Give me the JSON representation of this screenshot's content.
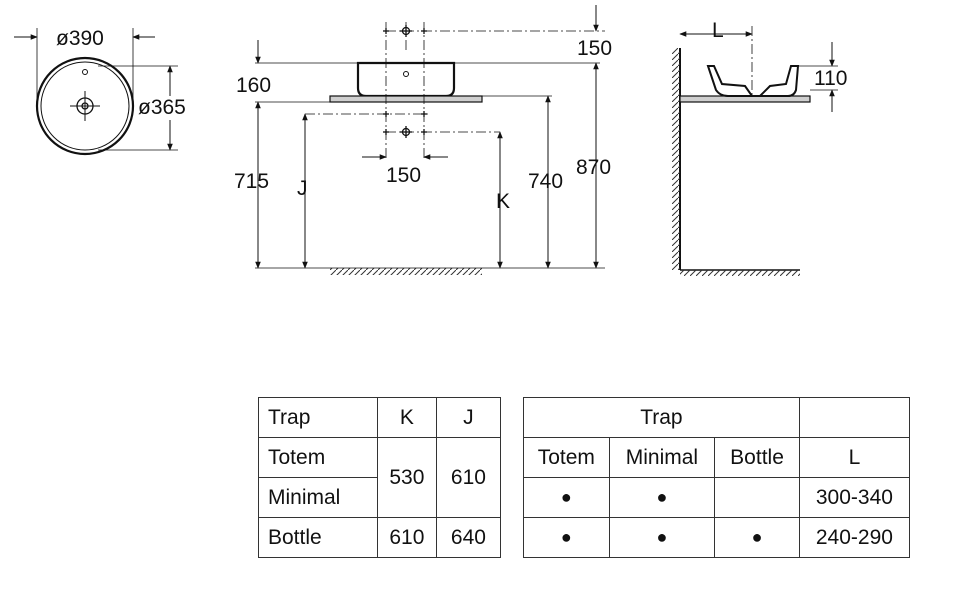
{
  "top_view": {
    "outer_diameter": "ø390",
    "inner_diameter": "ø365"
  },
  "front_view": {
    "dim_top_150": "150",
    "dim_160": "160",
    "dim_715": "715",
    "dim_J": "J",
    "dim_bottom_150": "150",
    "dim_K": "K",
    "dim_740": "740",
    "dim_870": "870"
  },
  "side_view": {
    "dim_L": "L",
    "dim_110": "110"
  },
  "trap_table": {
    "headers": [
      "Trap",
      "K",
      "J"
    ],
    "rows": [
      {
        "trap": "Totem",
        "k": "530",
        "j": "610"
      },
      {
        "trap": "Minimal"
      },
      {
        "trap": "Bottle",
        "k": "610",
        "j": "640"
      }
    ]
  },
  "compat_table": {
    "group_header": "Trap",
    "headers": [
      "Totem",
      "Minimal",
      "Bottle",
      "L"
    ],
    "bullet": "●",
    "rows": [
      {
        "totem": true,
        "minimal": true,
        "bottle": false,
        "l": "300-340"
      },
      {
        "totem": true,
        "minimal": true,
        "bottle": true,
        "l": "240-290"
      }
    ]
  }
}
